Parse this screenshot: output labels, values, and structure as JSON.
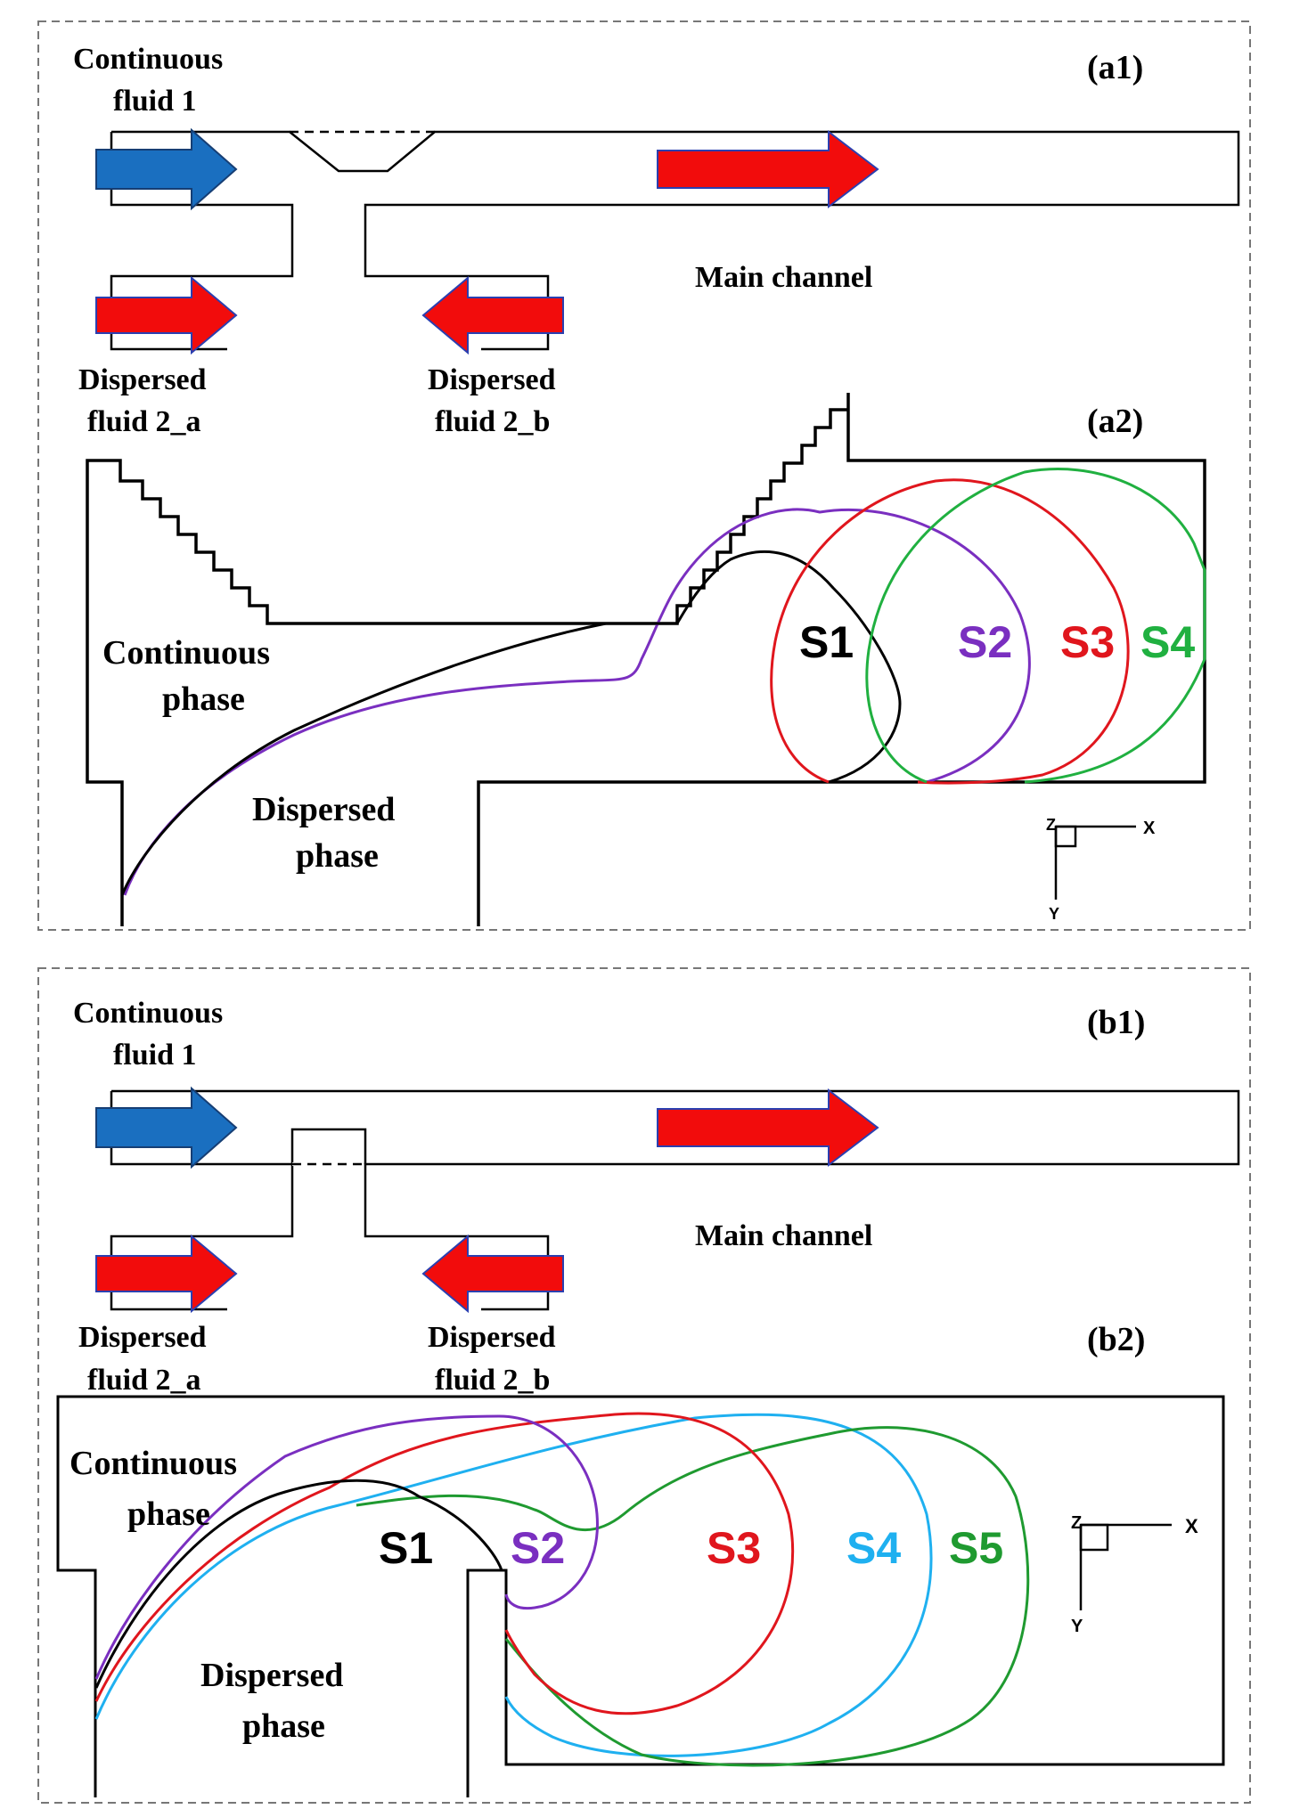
{
  "panel_a": {
    "a1": {
      "tag": "(a1)",
      "continuous_line1": "Continuous",
      "continuous_line2": "fluid 1",
      "main_channel": "Main channel",
      "dispersed_a_line1": "Dispersed",
      "dispersed_a_line2": "fluid 2_a",
      "dispersed_b_line1": "Dispersed",
      "dispersed_b_line2": "fluid 2_b"
    },
    "a2": {
      "tag": "(a2)",
      "continuous_line1": "Continuous",
      "continuous_line2": "phase",
      "dispersed_line1": "Dispersed",
      "dispersed_line2": "phase",
      "stages": [
        {
          "label": "S1",
          "color": "#000000"
        },
        {
          "label": "S2",
          "color": "#7a2fc0"
        },
        {
          "label": "S3",
          "color": "#e0161d"
        },
        {
          "label": "S4",
          "color": "#20b040"
        }
      ],
      "axes": {
        "z": "Z",
        "x": "X",
        "y": "Y"
      }
    }
  },
  "panel_b": {
    "b1": {
      "tag": "(b1)",
      "continuous_line1": "Continuous",
      "continuous_line2": "fluid 1",
      "main_channel": "Main channel",
      "dispersed_a_line1": "Dispersed",
      "dispersed_a_line2": "fluid 2_a",
      "dispersed_b_line1": "Dispersed",
      "dispersed_b_line2": "fluid 2_b"
    },
    "b2": {
      "tag": "(b2)",
      "continuous_line1": "Continuous",
      "continuous_line2": "phase",
      "dispersed_line1": "Dispersed",
      "dispersed_line2": "phase",
      "stages": [
        {
          "label": "S1",
          "color": "#000000"
        },
        {
          "label": "S2",
          "color": "#7a2fc0"
        },
        {
          "label": "S3",
          "color": "#e0161d"
        },
        {
          "label": "S4",
          "color": "#1fb0f0"
        },
        {
          "label": "S5",
          "color": "#1f9a30"
        }
      ],
      "axes": {
        "z": "Z",
        "x": "X",
        "y": "Y"
      }
    }
  },
  "colors": {
    "inlet_continuous_arrow": "#1a6fc0",
    "dispersed_arrow": "#f20c0c",
    "arrow_outline_red": "#2b3fb0",
    "frame_border": "#777777"
  },
  "icons": {
    "continuous_arrow": "right-arrow-icon",
    "dispersed_arrow": "right-arrow-icon",
    "axis_triad": "axis-triad-icon"
  }
}
